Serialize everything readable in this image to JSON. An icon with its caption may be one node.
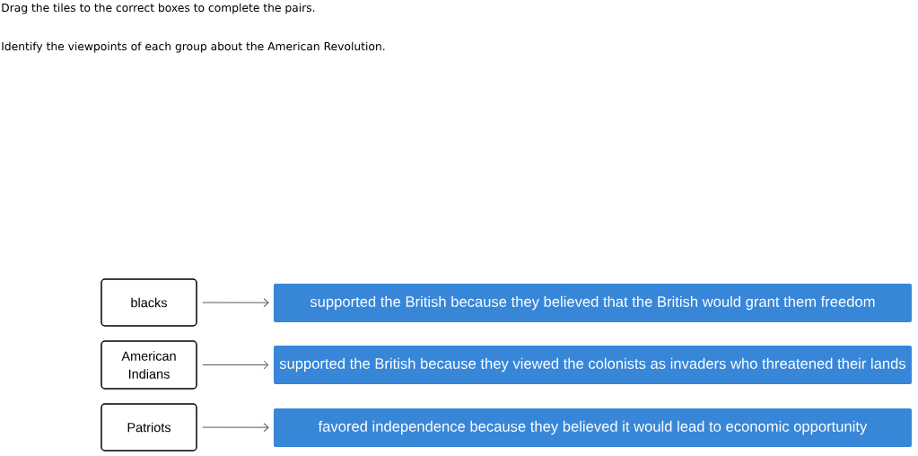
{
  "diagram": {
    "nodes": [
      {
        "text": [
          "blacks"
        ]
      },
      {
        "text": [
          "supported the British because they believed that the British would grant them freedom"
        ]
      },
      {
        "text": [
          "American Indians"
        ]
      },
      {
        "text": [
          "supported the British because they viewed the colonists as invaders who threatened their lands"
        ]
      },
      {
        "text": [
          "Patriots"
        ]
      },
      {
        "text": [
          "favored independence because they believed it would lead to economic opportunity"
        ]
      }
    ],
    "edges": [
      {
        "from": 0,
        "to": 1,
        "arrow": "to"
      },
      {
        "from": 2,
        "to": 3,
        "arrow": "to"
      },
      {
        "from": 4,
        "to": 5,
        "arrow": "to"
      }
    ],
    "labels": [
      "Drag the tiles to the correct boxes to complete the pairs.",
      "Identify the viewpoints of each group about the American Revolution."
    ]
  }
}
